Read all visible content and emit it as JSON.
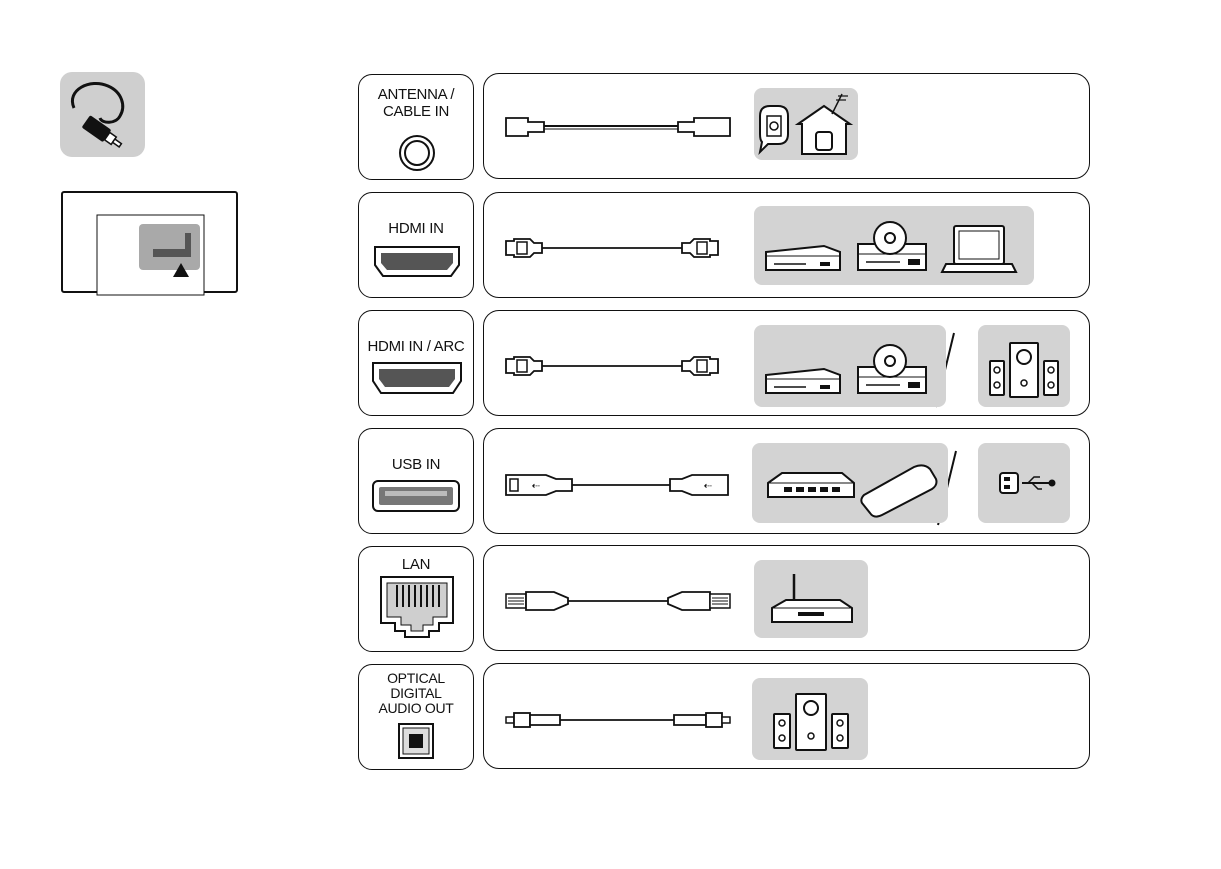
{
  "ports": [
    {
      "id": "antenna",
      "label": "ANTENNA /\nCABLE IN"
    },
    {
      "id": "hdmi",
      "label": "HDMI IN"
    },
    {
      "id": "hdmi-arc",
      "label": "HDMI IN / ARC"
    },
    {
      "id": "usb",
      "label": "USB IN"
    },
    {
      "id": "lan",
      "label": "LAN"
    },
    {
      "id": "optical",
      "label": "OPTICAL\nDIGITAL\nAUDIO OUT"
    }
  ],
  "colors": {
    "panel": "#d3d3d3",
    "line": "#111111"
  },
  "icons": [
    "cable-icon",
    "port-location-icon",
    "coax-port-icon",
    "hdmi-port-icon",
    "usb-port-icon",
    "ethernet-port-icon",
    "optical-port-icon",
    "set-top-box-icon",
    "dvd-player-icon",
    "laptop-icon",
    "speaker-system-icon",
    "external-hdd-icon",
    "usb-stick-icon",
    "router-icon",
    "antenna-house-icon"
  ]
}
